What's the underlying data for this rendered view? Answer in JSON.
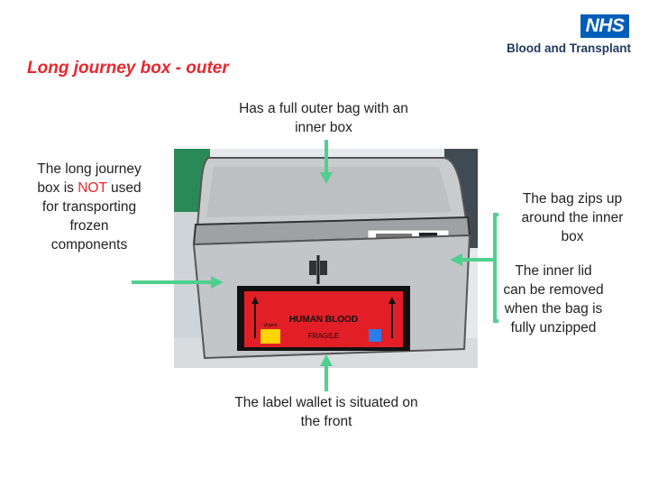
{
  "header": {
    "logo_text": "NHS",
    "org_name": "Blood and Transplant"
  },
  "title": "Long journey box - outer",
  "callouts": {
    "top": "Has a full outer bag with an inner box",
    "left_before": "The long journey box is",
    "left_emphasis": "NOT",
    "left_after": "used for transporting frozen components",
    "right_top": "The bag zips up around the inner box",
    "right_bottom": "The inner lid can be removed when the bag is fully unzipped",
    "bottom": "The label wallet is situated on the front"
  },
  "photo": {
    "label_text_1": "HUMAN BLOOD",
    "label_text_2": "FRAGILE",
    "label_text_3": "Urgent"
  },
  "colors": {
    "arrow": "#4fd08f",
    "title": "#e8262c",
    "nhs_blue": "#005eb8"
  }
}
